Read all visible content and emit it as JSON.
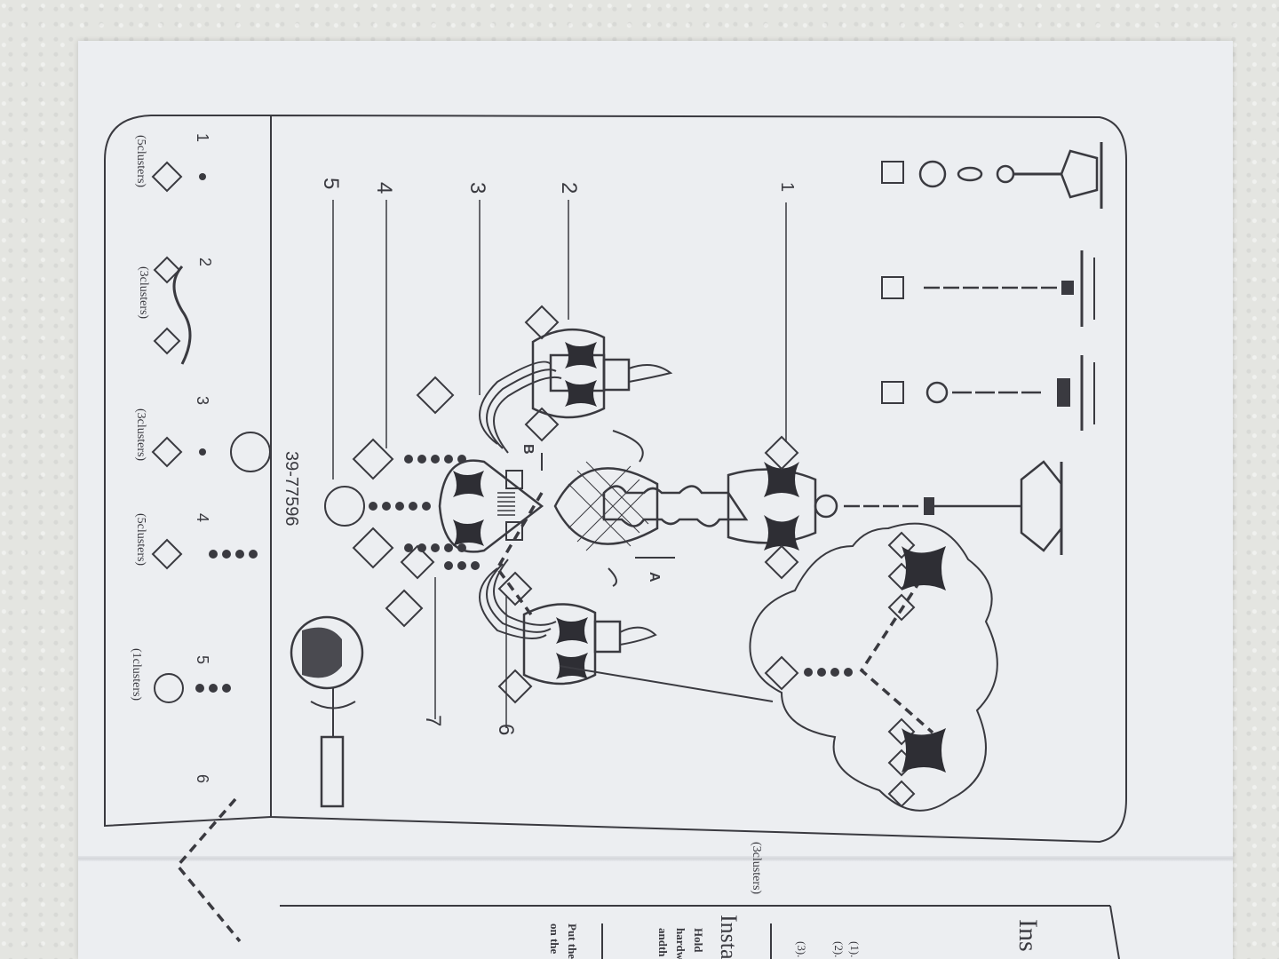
{
  "model_number": "39-77596",
  "callouts": {
    "part_numbers": [
      "1",
      "2",
      "3",
      "4",
      "5",
      "6",
      "7"
    ],
    "arrow_a": "A",
    "arrow_b": "B"
  },
  "legend": [
    {
      "number": "1",
      "label": "(5clusters)"
    },
    {
      "number": "2",
      "label": "(3clusters)"
    },
    {
      "number": "3",
      "label": "(3clusters)"
    },
    {
      "number": "4",
      "label": "(5clusters)"
    },
    {
      "number": "5",
      "label": "(1clusters)"
    },
    {
      "number": "6",
      "label": "(3clusters)"
    }
  ],
  "next_page": {
    "heading": "Ins",
    "subheading": "Insta",
    "steps": [
      "(1).",
      "(2).",
      "(3)."
    ],
    "para1": [
      "Hold",
      "hardw",
      "andth"
    ],
    "para2": [
      "Put the",
      "on the"
    ]
  },
  "colors": {
    "ink": "#3a3a40",
    "paper": "#eceef1"
  }
}
